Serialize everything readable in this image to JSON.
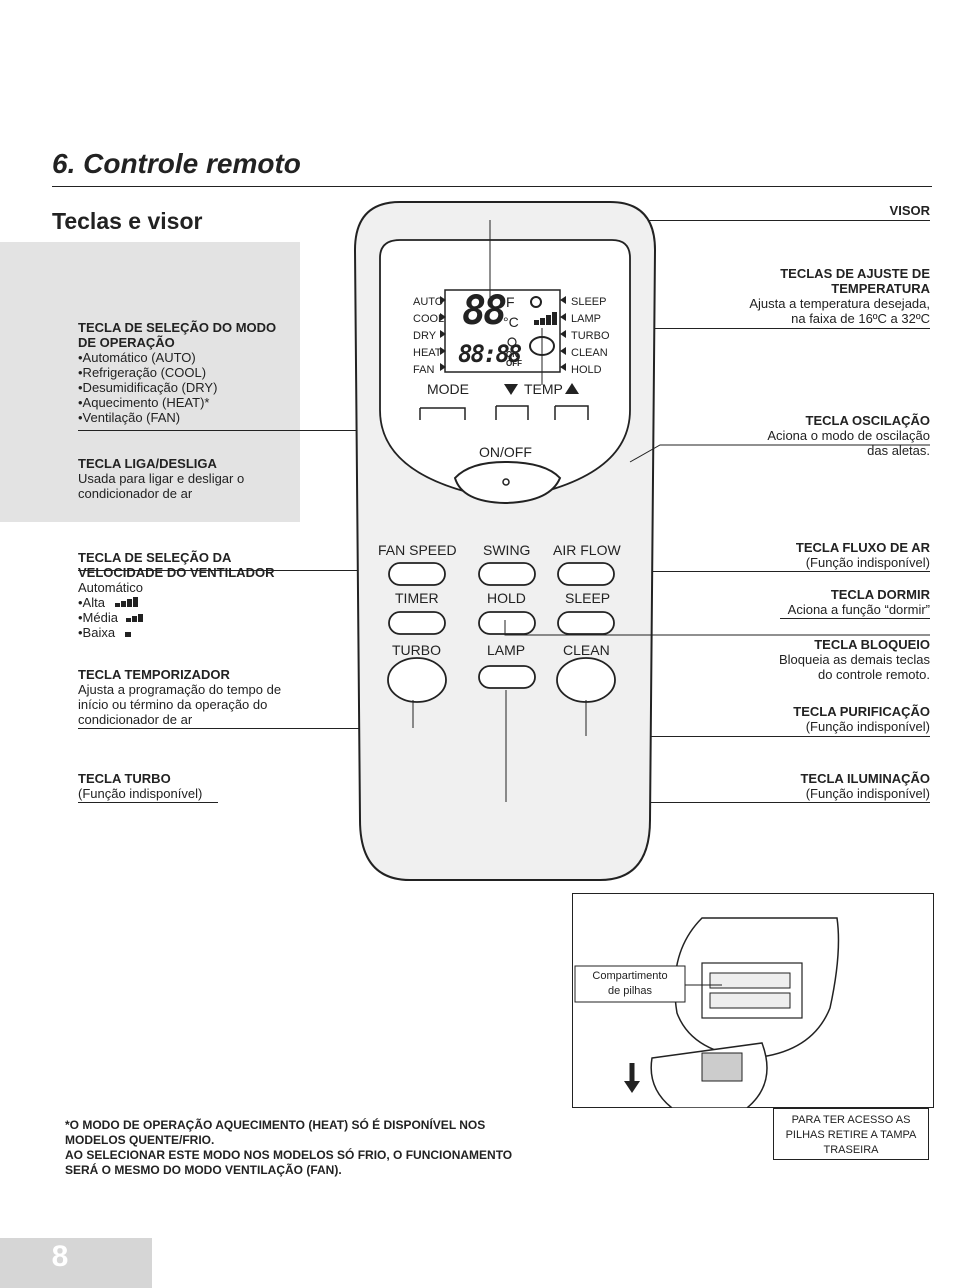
{
  "header": {
    "section_title": "6. Controle remoto",
    "subtitle": "Teclas e visor"
  },
  "left": {
    "mode": {
      "title1": "TECLA DE SELEÇÃO DO MODO",
      "title2": "DE OPERAÇÃO",
      "items": [
        "•Automático (AUTO)",
        "•Refrigeração (COOL)",
        "•Desumidificação (DRY)",
        "•Aquecimento (HEAT)*",
        "•Ventilação (FAN)"
      ]
    },
    "onoff": {
      "title": "TECLA LIGA/DESLIGA",
      "lines": [
        "Usada para ligar e desligar o",
        "condicionador de ar"
      ]
    },
    "fanspeed": {
      "title1": "TECLA DE SELEÇÃO DA",
      "title2": "VELOCIDADE DO VENTILADOR",
      "items": [
        "Automático",
        "•Alta",
        "•Média",
        "•Baixa"
      ]
    },
    "timer": {
      "title": "TECLA TEMPORIZADOR",
      "lines": [
        "Ajusta a programação do tempo de",
        "início ou término da operação  do",
        "condicionador de ar"
      ]
    },
    "turbo": {
      "title": "TECLA TURBO",
      "line": "(Função indisponível)"
    }
  },
  "right": {
    "visor": "VISOR",
    "temp": {
      "title1": "TECLAS DE AJUSTE DE",
      "title2": "TEMPERATURA",
      "lines": [
        "Ajusta a temperatura desejada,",
        "na faixa de 16ºC a 32ºC"
      ]
    },
    "osc": {
      "title": "TECLA OSCILAÇÃO",
      "lines": [
        "Aciona o modo de oscilação",
        "das aletas."
      ]
    },
    "airflow": {
      "title": "TECLA FLUXO DE AR",
      "line": "(Função indisponível)"
    },
    "sleep": {
      "title": "TECLA DORMIR",
      "line": "Aciona a função “dormir”"
    },
    "lock": {
      "title": "TECLA BLOQUEIO",
      "lines": [
        "Bloqueia as demais teclas",
        "do controle remoto."
      ]
    },
    "clean": {
      "title": "TECLA PURIFICAÇÃO",
      "line": "(Função indisponível)"
    },
    "lamp": {
      "title": "TECLA ILUMINAÇÃO",
      "line": "(Função indisponível)"
    }
  },
  "remote": {
    "modes": [
      "AUTO",
      "COOL",
      "DRY",
      "HEAT",
      "FAN"
    ],
    "funcs": [
      "SLEEP",
      "LAMP",
      "TURBO",
      "CLEAN",
      "HOLD"
    ],
    "display_temp": "88",
    "display_time": "88:88",
    "unit_f": "F",
    "unit_c": "°C",
    "on": "ON",
    "off": "OFF",
    "mode_btn": "MODE",
    "temp_btn": "TEMP",
    "onoff_btn": "ON/OFF",
    "row1": [
      "FAN SPEED",
      "SWING",
      "AIR FLOW"
    ],
    "row2": [
      "TIMER",
      "HOLD",
      "SLEEP"
    ],
    "row3": [
      "TURBO",
      "LAMP",
      "CLEAN"
    ]
  },
  "battery": {
    "compartment": [
      "Compartimento",
      "de pilhas"
    ],
    "instruction": [
      "PARA TER ACESSO AS",
      "PILHAS RETIRE A TAMPA",
      "TRASEIRA"
    ]
  },
  "footnote": [
    "*O MODO DE OPERAÇÃO AQUECIMENTO (HEAT) SÓ É DISPONÍVEL NOS",
    "MODELOS QUENTE/FRIO.",
    "AO SELECIONAR ESTE MODO NOS MODELOS SÓ FRIO, O FUNCIONAMENTO",
    "SERÁ O MESMO DO MODO VENTILAÇÃO (FAN)."
  ],
  "page_number": "8"
}
